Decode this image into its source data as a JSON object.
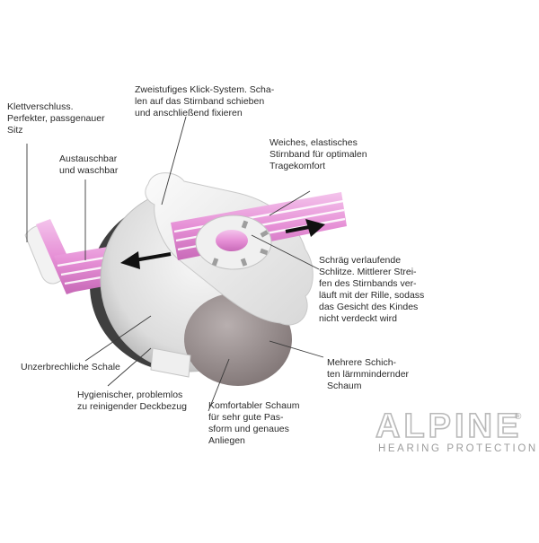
{
  "labels": {
    "velcro": "Klettverschluss.\nPerfekter, passgenauer\nSitz",
    "click_system": "Zweistufiges Klick-System. Scha-\nlen auf das Stirnband schieben\nund anschließend fixieren",
    "washable": "Austauschbar\nund waschbar",
    "headband": "Weiches, elastisches\nStirnband für optimalen\nTragekomfort",
    "slits": "Schräg verlaufende\nSchlitze. Mittlerer Strei-\nfen des Stirnbands ver-\nläuft mit der Rille, sodass\ndas Gesicht des Kindes\nnicht verdeckt wird",
    "shell": "Unzerbrechliche Schale",
    "cover": "Hygienischer, problemlos\nzu reinigender Deckbezug",
    "foam_comfort": "Komfortabler Schaum\nfür sehr gute Pas-\nsform und genaues\nAnliegen",
    "foam_layers": "Mehrere Schich-\nten lärmmindernder\nSchaum"
  },
  "logo": {
    "wordmark": "ALPINE",
    "registered": "®",
    "subtitle": "HEARING PROTECTION"
  },
  "colors": {
    "band_pink": "#e89ad8",
    "band_pink_dark": "#c86ab8",
    "shell_light": "#e9e9e9",
    "shell_dark": "#5a5a5a",
    "foam": "#9a8e8e",
    "leader_line": "#3a3a3a"
  }
}
